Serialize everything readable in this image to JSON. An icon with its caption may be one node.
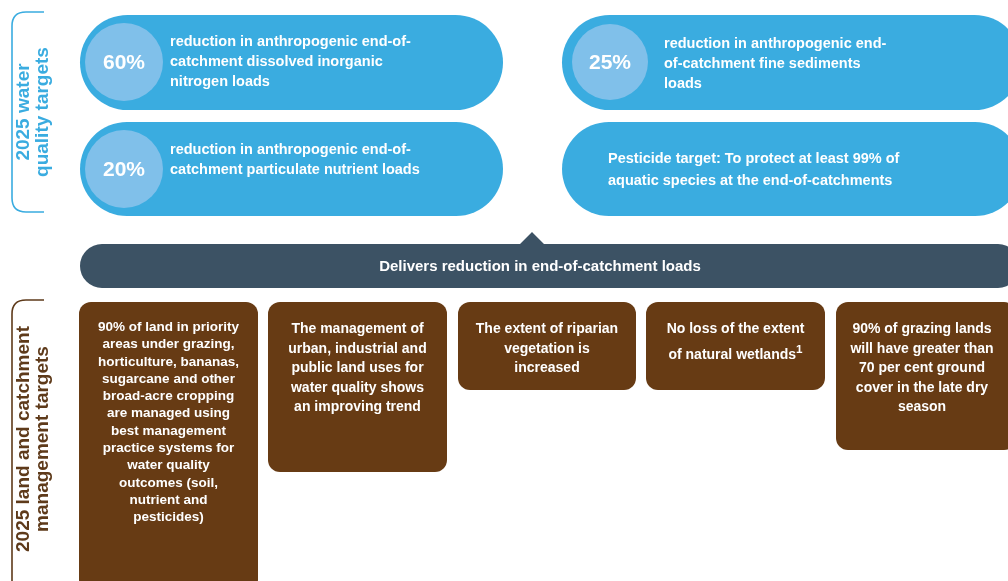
{
  "diagram": {
    "nodes": [
      {
        "text": [
          "reduction in anthropogenic end-of-catchment dissolved inorganic nitrogen loads"
        ]
      },
      {
        "text": [
          "60%"
        ],
        "in": 0
      },
      {
        "text": [
          "reduction in anthropogenic end-of-catchment fine sediments loads"
        ]
      },
      {
        "text": [
          "25%"
        ],
        "in": 2
      },
      {
        "text": [
          "reduction in anthropogenic end-of-catchment particulate nutrient loads"
        ]
      },
      {
        "text": [
          "20%"
        ],
        "in": 4
      },
      {
        "text": [
          "Pesticide target: To protect at least 99% of aquatic species at the end-of-catchments"
        ]
      },
      {
        "text": [
          "Delivers reduction in end-of-catchment loads"
        ]
      },
      {
        "text": [
          "90% of land in priority areas under grazing, horticulture, bananas, sugarcane and other broad-acre cropping are managed using best management practice systems for water quality outcomes (soil, nutrient and pesticides)"
        ]
      },
      {
        "text": [
          "The management of urban, industrial and public land uses for water quality shows an improving trend"
        ]
      },
      {
        "text": [
          "The extent of riparian vegetation is increased"
        ]
      },
      {
        "text": [
          "No loss of the extent of natural wetlands$^{1}$"
        ]
      },
      {
        "text": [
          "90% of grazing lands will have greater than 70 per cent ground cover in the late dry season"
        ]
      }
    ],
    "labels": [
      "2025 water quality targets",
      "2025 land and catchment management targets"
    ]
  }
}
